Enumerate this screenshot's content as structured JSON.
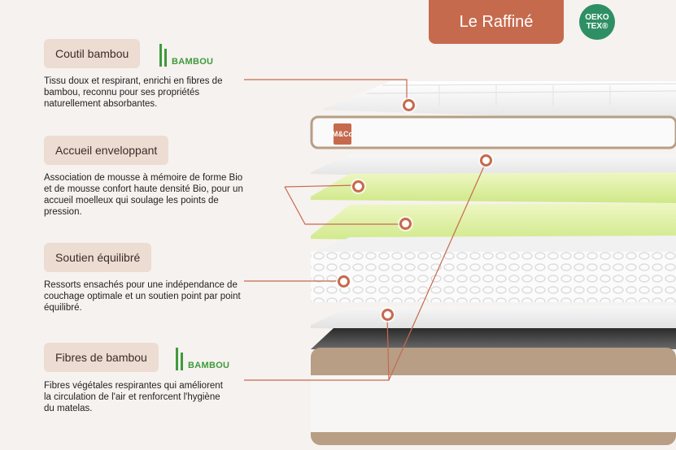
{
  "header": {
    "title": "Le Raffiné",
    "oeko_line1": "OEKO",
    "oeko_line2": "TEX®"
  },
  "features": [
    {
      "label": "Coutil bambou",
      "badge": "BAMBOU",
      "description": "Tissu doux et respirant, enrichi en fibres de bambou, reconnu pour ses propriétés naturellement absorbantes."
    },
    {
      "label": "Accueil enveloppant",
      "description": "Association de mousse à mémoire de forme Bio et de mousse confort haute densité Bio, pour un accueil moelleux qui soulage les points de pression."
    },
    {
      "label": "Soutien équilibré",
      "description": "Ressorts ensachés pour une indépendance de couchage optimale et un soutien point par point équilibré."
    },
    {
      "label": "Fibres de bambou",
      "badge": "BAMBOU",
      "description": "Fibres végétales respirantes qui améliorent la circulation de l'air et renforcent l'hygiène du matelas."
    }
  ],
  "brand_tag": "M&Co",
  "colors": {
    "accent": "#c66a4e",
    "pill_bg": "#ecdcd2",
    "bambou_green": "#3e9a3c",
    "oeko_green": "#2f8f64",
    "foam_green": "#dcef9c",
    "border_beige": "#b79e85"
  }
}
